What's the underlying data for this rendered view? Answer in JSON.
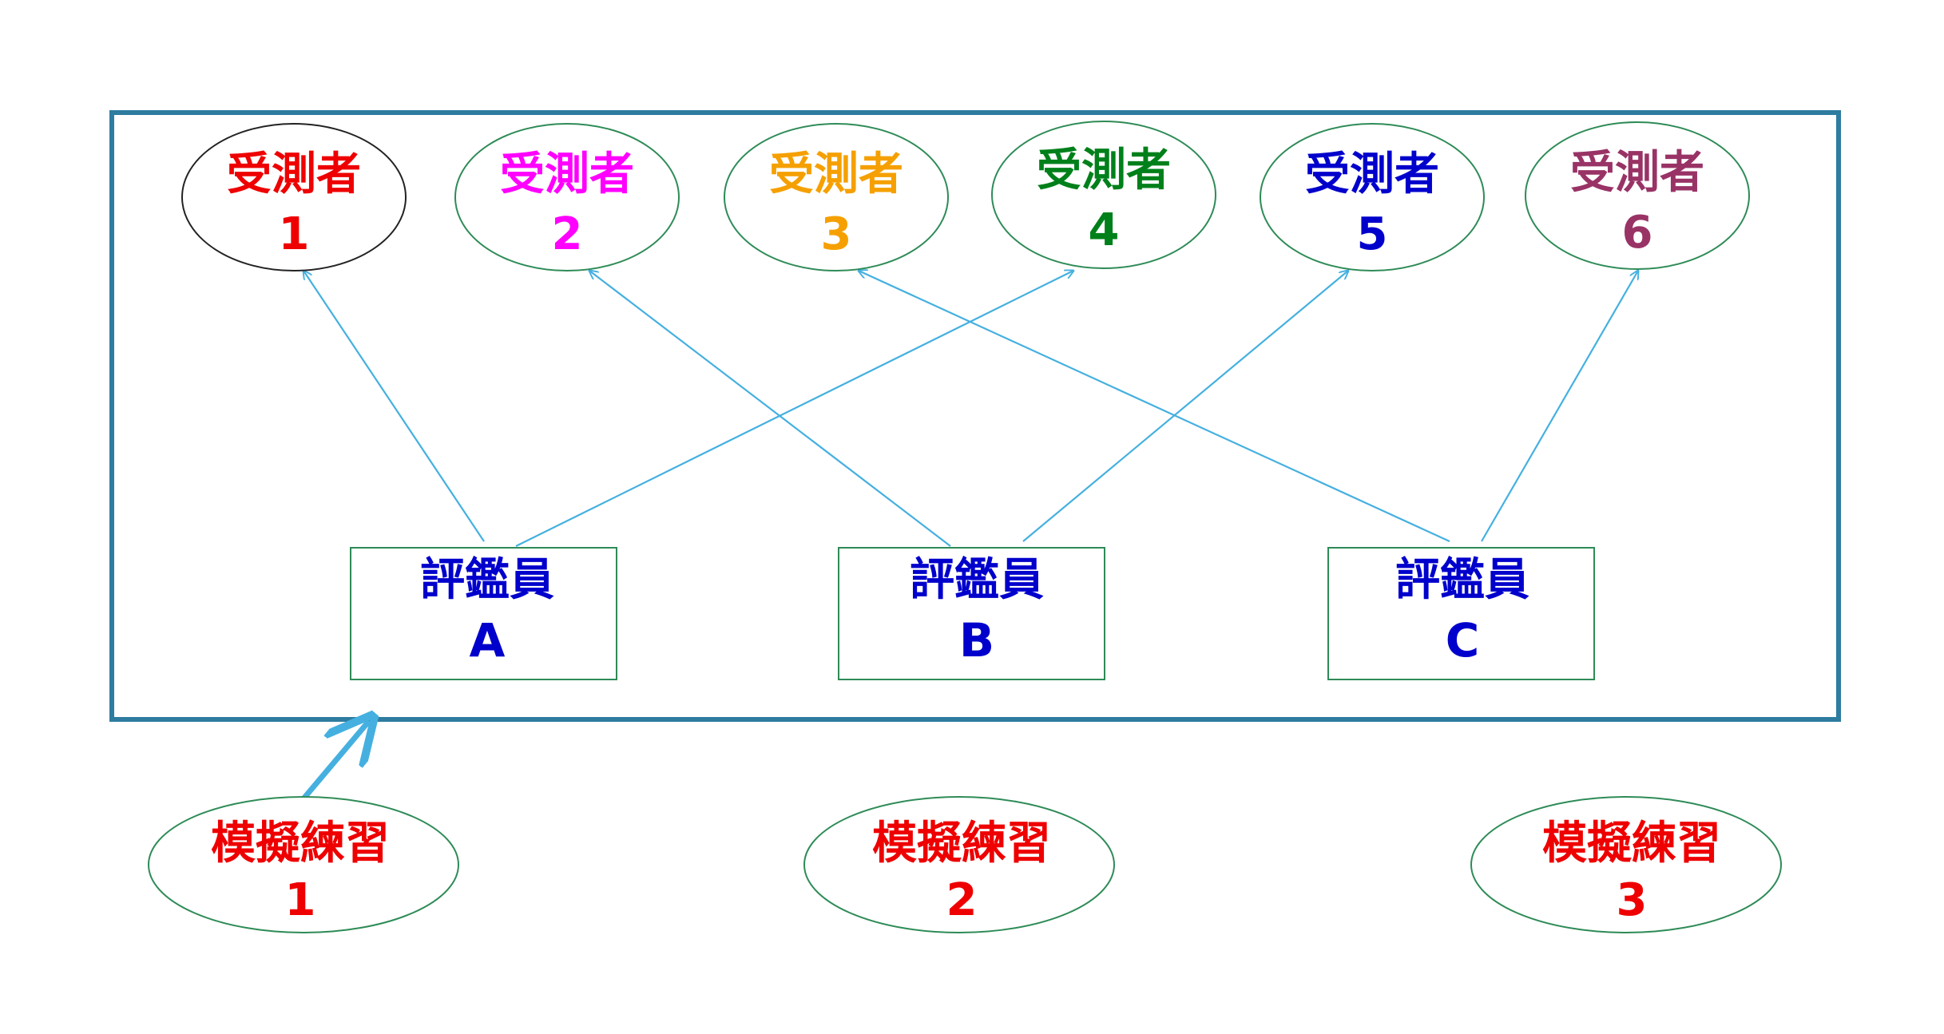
{
  "colors": {
    "frame": "#2E7CA0",
    "connector": "#45B0E0",
    "box_border": "#2E8B57",
    "ellipse_border": "#2E8B57",
    "ellipse_border_first": "#222222",
    "evaluator_text": "#0000CC",
    "practice_text": "#EE0000"
  },
  "candidates": [
    {
      "label": "受測者",
      "number": "1",
      "color": "#EE0000"
    },
    {
      "label": "受測者",
      "number": "2",
      "color": "#FF00FF"
    },
    {
      "label": "受測者",
      "number": "3",
      "color": "#F5A000"
    },
    {
      "label": "受測者",
      "number": "4",
      "color": "#00801A"
    },
    {
      "label": "受測者",
      "number": "5",
      "color": "#0000CC"
    },
    {
      "label": "受測者",
      "number": "6",
      "color": "#993366"
    }
  ],
  "evaluators": [
    {
      "label": "評鑑員",
      "letter": "A"
    },
    {
      "label": "評鑑員",
      "letter": "B"
    },
    {
      "label": "評鑑員",
      "letter": "C"
    }
  ],
  "practices": [
    {
      "label": "模擬練習",
      "number": "1"
    },
    {
      "label": "模擬練習",
      "number": "2"
    },
    {
      "label": "模擬練習",
      "number": "3"
    }
  ],
  "links": [
    {
      "from": "A",
      "to": "1"
    },
    {
      "from": "A",
      "to": "4"
    },
    {
      "from": "B",
      "to": "2"
    },
    {
      "from": "B",
      "to": "5"
    },
    {
      "from": "C",
      "to": "3"
    },
    {
      "from": "C",
      "to": "6"
    }
  ],
  "practice_link": {
    "from": "1",
    "to": "frame"
  }
}
